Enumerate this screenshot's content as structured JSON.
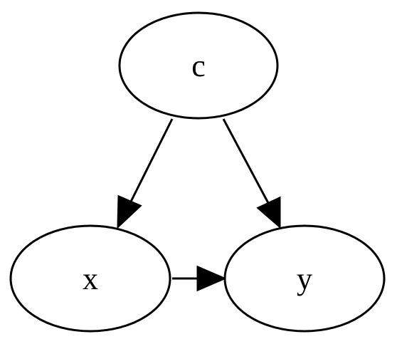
{
  "nodes": {
    "c": {
      "label": "c"
    },
    "x": {
      "label": "x"
    },
    "y": {
      "label": "y"
    }
  },
  "edges": [
    {
      "from": "c",
      "to": "x"
    },
    {
      "from": "c",
      "to": "y"
    },
    {
      "from": "x",
      "to": "y"
    }
  ]
}
